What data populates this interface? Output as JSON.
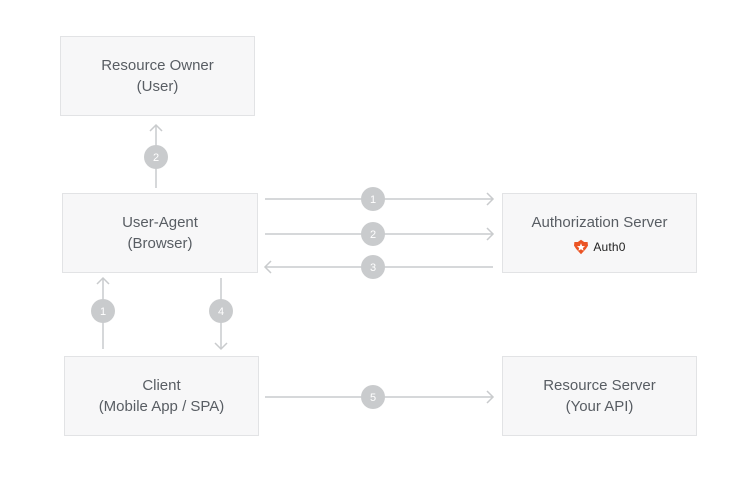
{
  "nodes": {
    "resource_owner": {
      "line1": "Resource Owner",
      "line2": "(User)"
    },
    "user_agent": {
      "line1": "User-Agent",
      "line2": "(Browser)"
    },
    "authorization_server": {
      "line1": "Authorization Server",
      "logo_text": "Auth0"
    },
    "client": {
      "line1": "Client",
      "line2": "(Mobile App / SPA)"
    },
    "resource_server": {
      "line1": "Resource Server",
      "line2": "(Your API)"
    }
  },
  "steps": {
    "ua_to_owner": "2",
    "ua_to_auth_1": "1",
    "ua_to_auth_2": "2",
    "auth_to_ua": "3",
    "client_to_ua": "1",
    "ua_to_client": "4",
    "client_to_resource": "5"
  },
  "colors": {
    "line": "#c9cbcd",
    "badge": "#c9cbcd",
    "box_bg": "#f7f7f8",
    "box_border": "#e2e3e5",
    "auth0_logo": "#eb5424"
  },
  "icons": [
    "auth0-shield-icon",
    "arrow-icon"
  ]
}
